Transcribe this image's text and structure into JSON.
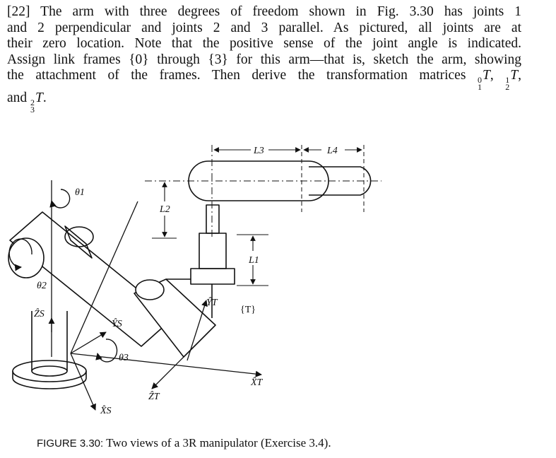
{
  "problem": {
    "line1": "[22] The arm with three degrees of freedom shown in Fig. 3.30 has joints 1",
    "line2": "and 2 perpendicular and joints 2 and 3 parallel. As pictured, all joints are at",
    "line3": "their zero location. Note that the positive sense of the joint angle is indicated.",
    "line4": "Assign link frames {0} through {3} for this arm—that is, sketch the arm, showing",
    "line5_text": "the attachment of the frames. Then derive the transformation matrices",
    "line6_and": "and",
    "T": "T",
    "m01_sup": "0",
    "m01_sub": "1",
    "m12_sup": "1",
    "m12_sub": "2",
    "m23_sup": "2",
    "m23_sub": "3",
    "comma": ",",
    "period": "."
  },
  "figure": {
    "labels": {
      "theta1": "θ1",
      "theta2": "θ2",
      "theta3": "θ3",
      "L1": "L1",
      "L2": "L2",
      "L3": "L3",
      "L4": "L4",
      "ZS": "ẐS",
      "YS": "ŶS",
      "XS": "X̂S",
      "ZT": "ẐT",
      "YT": "ŶT",
      "XT": "X̂T",
      "T_frame": "{T}"
    }
  },
  "caption": {
    "prefix": "FIGURE 3.30:",
    "text": " Two views of a 3R manipulator (Exercise 3.4)."
  }
}
